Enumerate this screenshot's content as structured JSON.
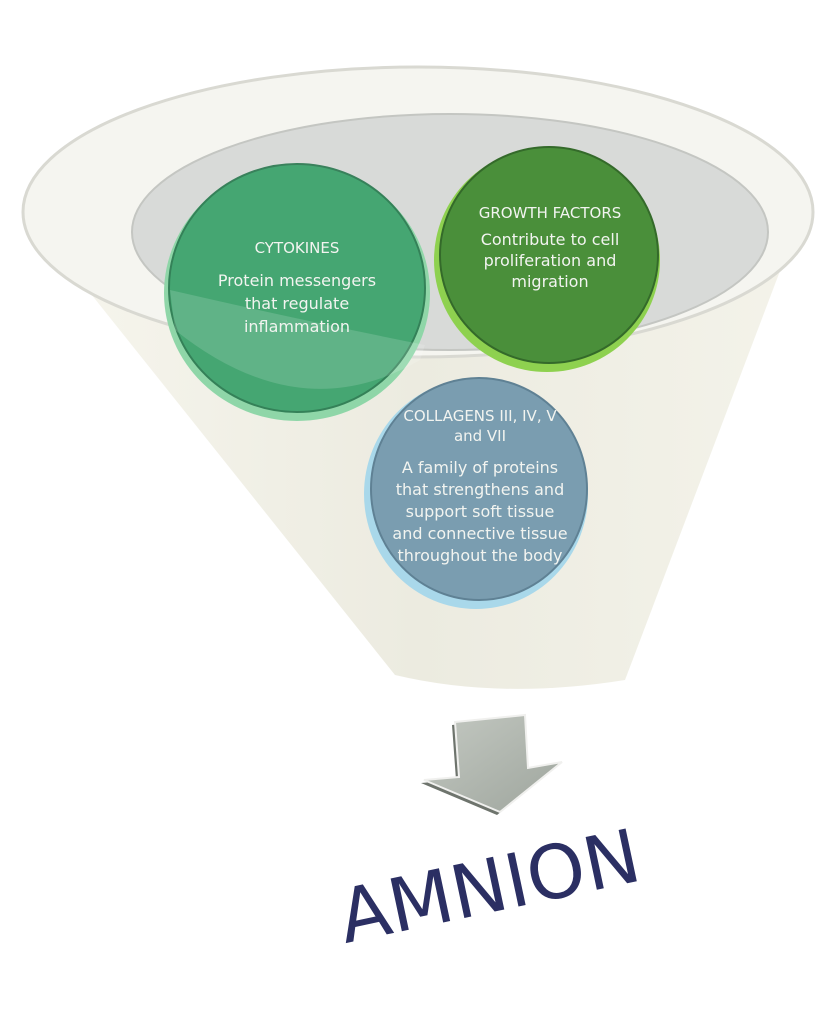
{
  "diagram": {
    "circles": [
      {
        "title": "CYTOKINES",
        "lines": [
          "Protein messengers",
          "that regulate",
          "inflammation"
        ],
        "color": "#3fa26e"
      },
      {
        "title": "GROWTH FACTORS",
        "lines": [
          "Contribute to cell",
          "proliferation and",
          "migration"
        ],
        "color": "#4a8f3a"
      },
      {
        "title_lines": [
          "COLLAGENS III, IV, V",
          "and VII"
        ],
        "lines": [
          "A family of proteins",
          "that strengthens and",
          "support soft tissue",
          "and connective tissue",
          "throughout the body"
        ],
        "color": "#7a9db0"
      }
    ],
    "arrow_icon": "down-arrow-icon",
    "result_label": "AMNION",
    "result_color": "#2b2f63"
  }
}
